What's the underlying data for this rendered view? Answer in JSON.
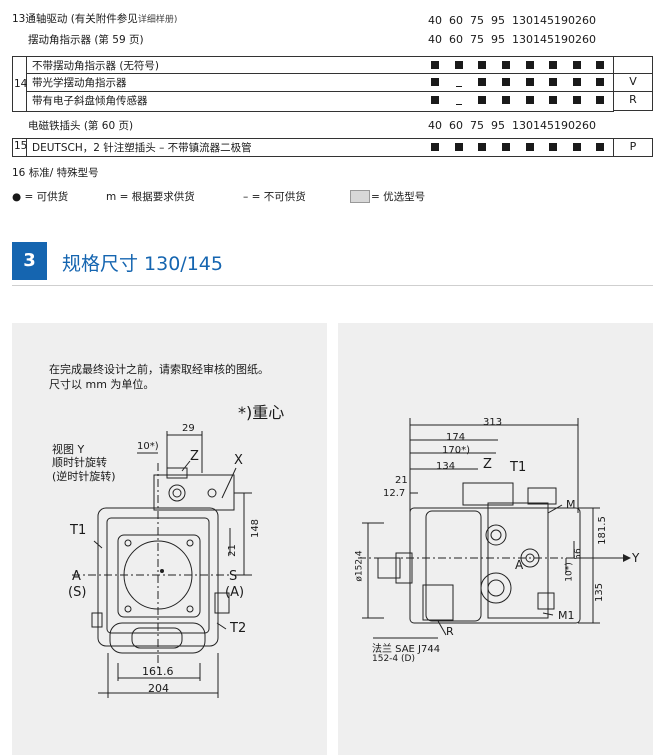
{
  "table": {
    "headers_sizes": [
      "40",
      "60",
      "75",
      "95",
      "130",
      "145",
      "190",
      "260"
    ],
    "row13_label_num": "13",
    "row13_label": "通轴驱动 (有关附件参见",
    "row13_small": "详细样册)",
    "row_swash_label": "摆动角指示器 (第 59 页)",
    "row14_num": "14",
    "row14_items": [
      {
        "label": "不带摆动角指示器 (无符号)",
        "code": ""
      },
      {
        "label": "带光学摆动角指示器",
        "code": "V"
      },
      {
        "label": "带有电子斜盘倾角传感器",
        "code": "R"
      }
    ],
    "row_connector_label": "电磁铁插头 (第 60 页)",
    "row15_num": "15",
    "row15_label": "DEUTSCH，2 针注塑插头 – 不带镇流器二极管",
    "row15_code": "P",
    "row16_label": "16 标准/ 特殊型号"
  },
  "legend": {
    "available": "● = 可供货",
    "on_request": "m = 根据要求供货",
    "not_available": "– = 不可供货",
    "preferred": "= 优选型号"
  },
  "section": {
    "number": "3",
    "title": "规格尺寸 130/145"
  },
  "left_panel": {
    "note_line1": "在完成最终设计之前，请索取经审核的图纸。",
    "note_line2": "尺寸以 mm 为单位。",
    "cog": "*)重心",
    "view_line1": "视图 Y",
    "view_line2": "顺时针旋转",
    "view_line3": "(逆时针旋转)",
    "dim_29": "29",
    "dim_10": "10*)",
    "dim_148": "148",
    "dim_21": "21",
    "dim_1616": "161.6",
    "dim_204": "204",
    "lbl_z": "Z",
    "lbl_x": "X",
    "lbl_t1": "T1",
    "lbl_t2": "T2",
    "lbl_a": "A",
    "lbl_s_paren": "(S)",
    "lbl_s": "S",
    "lbl_a_paren": "(A)"
  },
  "right_panel": {
    "dim_313": "313",
    "dim_174": "174",
    "dim_170": "170*)",
    "dim_134": "134",
    "dim_21": "21",
    "dim_127": "12.7",
    "dim_1815": "181.5",
    "dim_56": "56",
    "dim_10": "10*)",
    "dim_135": "135",
    "dim_1524": "ø152.4",
    "lbl_z": "Z",
    "lbl_t1": "T1",
    "lbl_m": "M",
    "lbl_a": "A",
    "lbl_m1": "M1",
    "lbl_r": "R",
    "lbl_y": "Y",
    "flange1": "法兰 SAE J744",
    "flange2": "152-4 (D)"
  }
}
